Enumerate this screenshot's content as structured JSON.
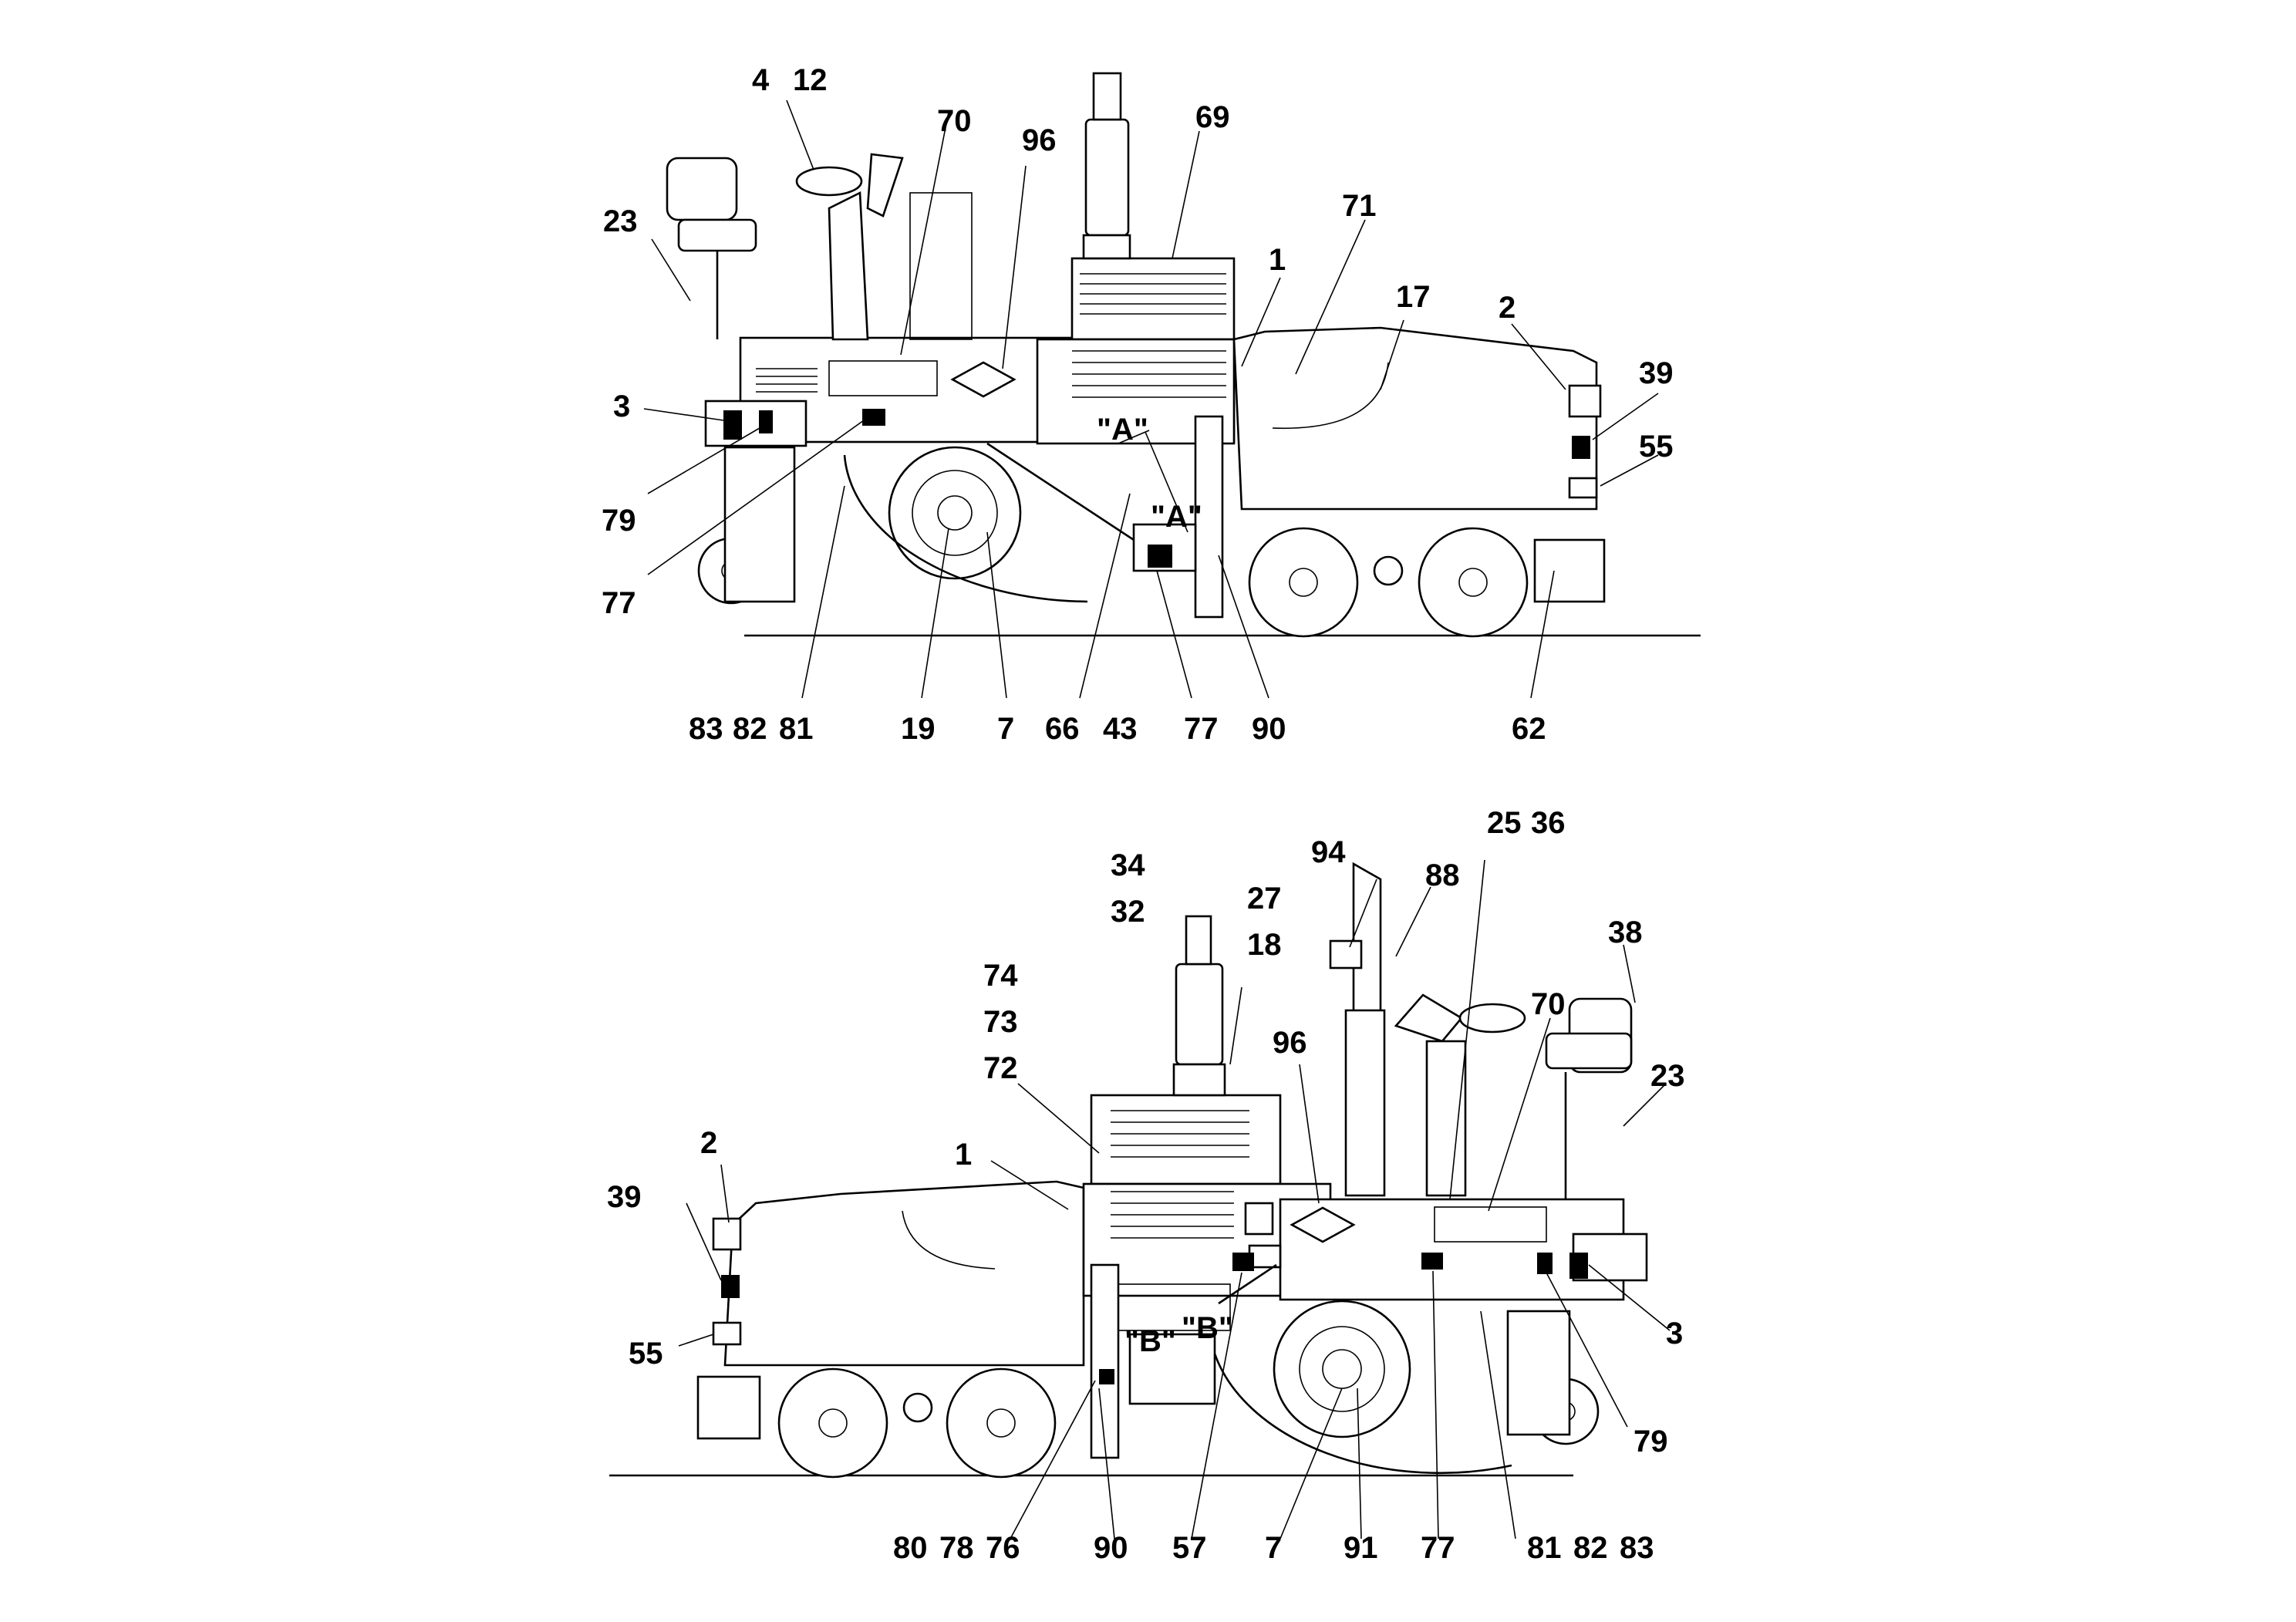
{
  "top_view": {
    "callouts": {
      "c4": "4",
      "c12": "12",
      "c70": "70",
      "c96": "96",
      "c69": "69",
      "c71": "71",
      "c1": "1",
      "c17": "17",
      "c23": "23",
      "c2": "2",
      "c39": "39",
      "c55": "55",
      "c3": "3",
      "c79": "79",
      "c77a": "77",
      "c83": "83",
      "c82": "82",
      "c81": "81",
      "c19": "19",
      "c7": "7",
      "c66": "66",
      "c43": "43",
      "c77b": "77",
      "c90": "90",
      "c62": "62"
    },
    "view_marks": [
      "\"A\"",
      "\"A\""
    ]
  },
  "bottom_view": {
    "callouts": {
      "c34": "34",
      "c32": "32",
      "c27": "27",
      "c18": "18",
      "c94": "94",
      "c88": "88",
      "c25": "25",
      "c36": "36",
      "c38": "38",
      "c74": "74",
      "c73": "73",
      "c72": "72",
      "c96": "96",
      "c70": "70",
      "c23": "23",
      "c1": "1",
      "c2": "2",
      "c39": "39",
      "c55": "55",
      "c3": "3",
      "c79": "79",
      "c80": "80",
      "c78": "78",
      "c76": "76",
      "c90": "90",
      "c57": "57",
      "c7": "7",
      "c91": "91",
      "c77": "77",
      "c81": "81",
      "c82": "82",
      "c83": "83"
    },
    "view_marks": [
      "\"B\"",
      "\"B\""
    ]
  }
}
